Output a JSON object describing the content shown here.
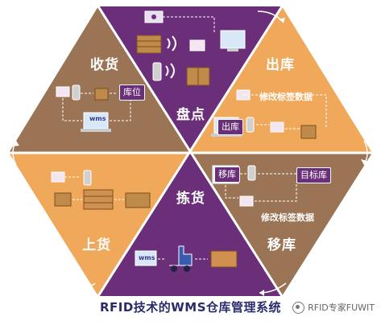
{
  "segments": {
    "receiving": "收货",
    "inventory": "盘点",
    "outbound": "出库",
    "relocation": "移库",
    "putaway": "上货",
    "picking": "拣货"
  },
  "boxes": {
    "location": "库位",
    "outbound_box": "出库",
    "relocate_box": "移库",
    "target_location": "目标库"
  },
  "notes": {
    "modify_tag_top": "修改标签数据",
    "modify_tag_bottom": "修改标签数据"
  },
  "screen_text": {
    "wms1": "wms",
    "wms2": "wms"
  },
  "caption": "RFID技术的WMS仓库管理系统",
  "watermark": "RFID专家FUWIT",
  "colors": {
    "purple": "#6a2f78",
    "tan": "#9a7454",
    "orange": "#f0a85a"
  }
}
